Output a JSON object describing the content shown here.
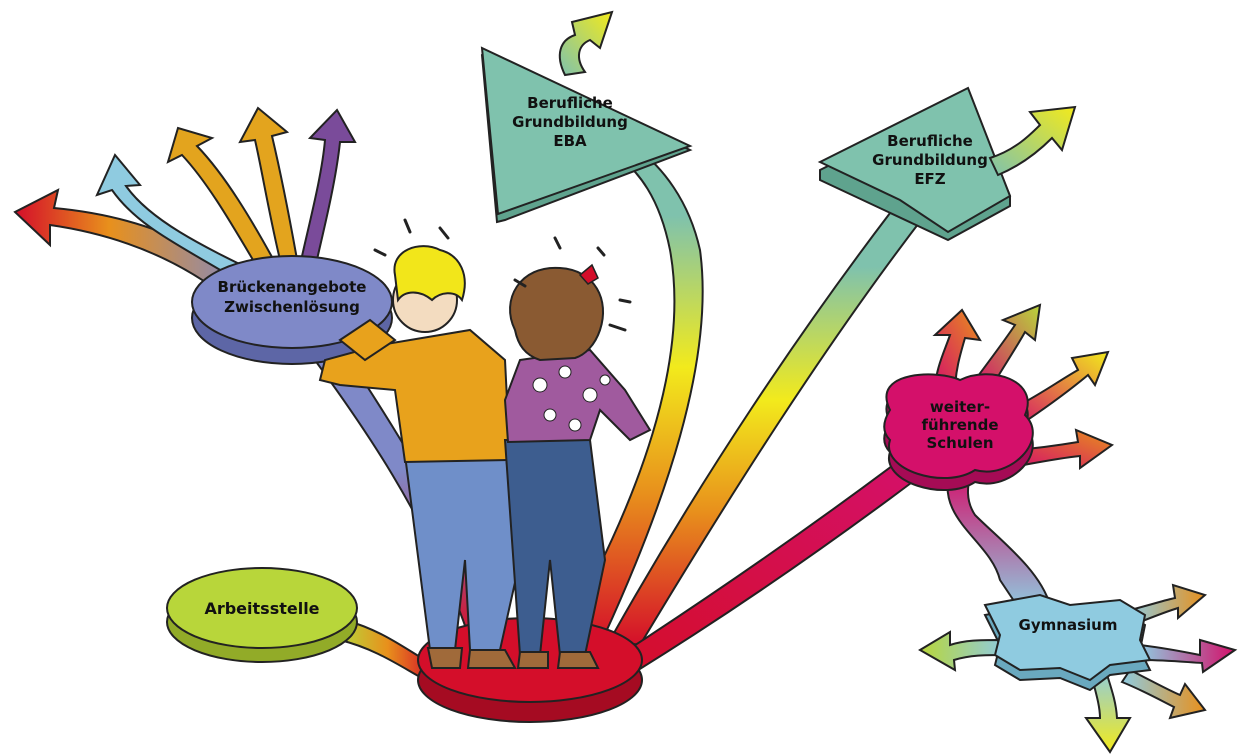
{
  "labels": {
    "bridge": [
      "Brückenangebote",
      "Zwischenlösung"
    ],
    "eba": [
      "Berufliche",
      "Grundbildung",
      "EBA"
    ],
    "efz": [
      "Berufliche",
      "Grundbildung",
      "EFZ"
    ],
    "further": [
      "weiter-",
      "führende",
      "Schulen"
    ],
    "gymnasium": "Gymnasium",
    "work": "Arbeitsstelle"
  },
  "colors": {
    "red": "#d40e2a",
    "magenta": "#d4106a",
    "blue_purple": "#7f89c8",
    "teal": "#7fc2ad",
    "yellow": "#f2ea1c",
    "orange": "#e8901c",
    "lime": "#b8d63a",
    "light_blue": "#8fcbe0",
    "purple": "#7a4b9a",
    "gold": "#e3a41e"
  }
}
